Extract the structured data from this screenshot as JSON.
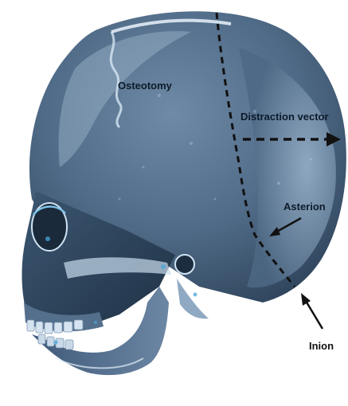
{
  "figure": {
    "labels": {
      "osteotomy": "Osteotomy",
      "distraction_vector": "Distraction vector",
      "asterion": "Asterion",
      "inion": "Inion"
    },
    "colors": {
      "background": "#ffffff",
      "bone_dark": "#2b4057",
      "bone_mid": "#5f7d99",
      "bone_light": "#b9cde0",
      "bone_highlight": "#e9f2fb",
      "accent_blue": "#4aa6d8",
      "annotation": "#111111",
      "label_dark": "#0d1b2a",
      "label_light": "#ffffff"
    },
    "description_icons": [
      "skull-3d-render",
      "osteotomy-line",
      "distraction-arrow",
      "asterion-arrow",
      "inion-arrow"
    ]
  }
}
